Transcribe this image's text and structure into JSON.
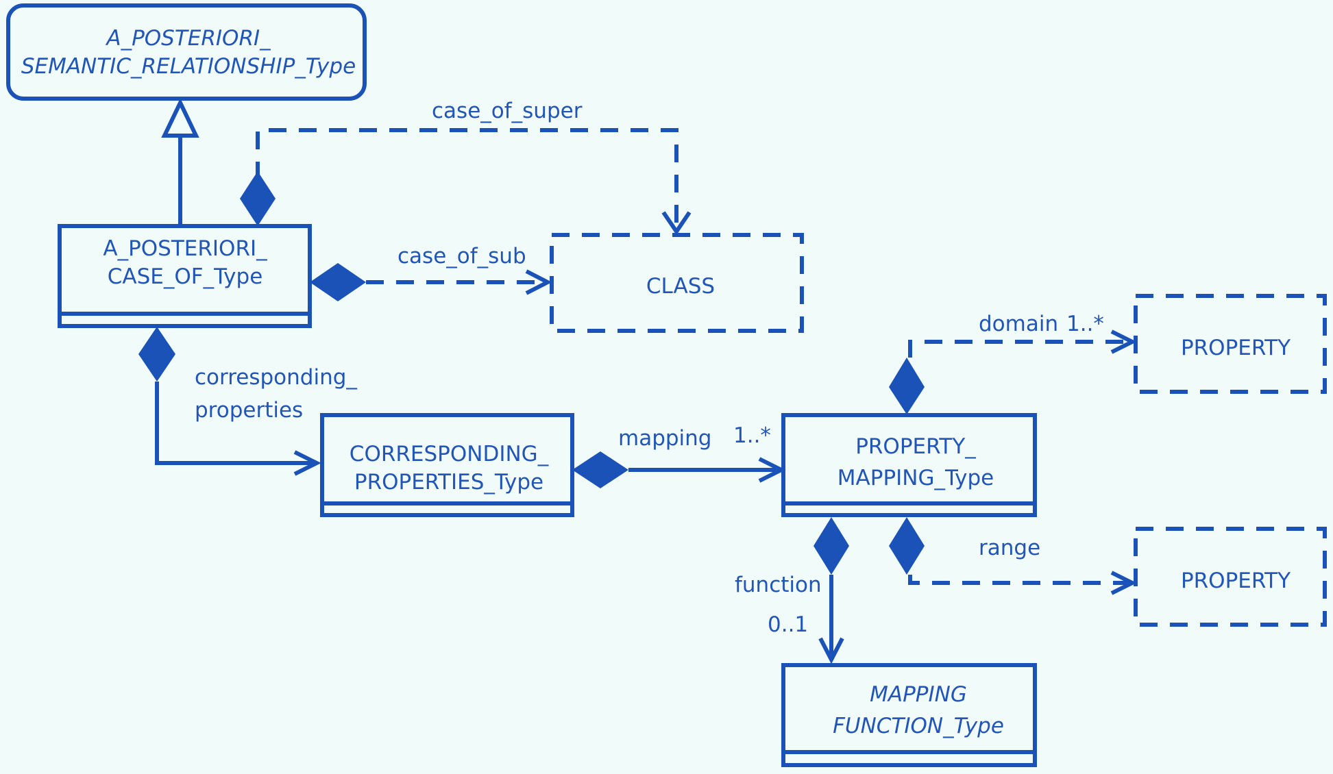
{
  "colors": {
    "background": "#f0fbfa",
    "stroke": "#1a52b8",
    "text": "#2255b8"
  },
  "classes": {
    "a_posteriori_semantic_relationship_type": {
      "line1": "A_POSTERIORI_",
      "line2": "SEMANTIC_RELATIONSHIP_Type"
    },
    "a_posteriori_case_of_type": {
      "line1": "A_POSTERIORI_",
      "line2": "CASE_OF_Type"
    },
    "class": {
      "line1": "CLASS"
    },
    "corresponding_properties_type": {
      "line1": "CORRESPONDING_",
      "line2": "PROPERTIES_Type"
    },
    "property_mapping_type": {
      "line1": "PROPERTY_",
      "line2": "MAPPING_Type"
    },
    "property_domain": {
      "line1": "PROPERTY"
    },
    "property_range": {
      "line1": "PROPERTY"
    },
    "mapping_function_type": {
      "line1": "MAPPING",
      "line2": "FUNCTION_Type"
    }
  },
  "relations": {
    "case_of_super": {
      "label": "case_of_super"
    },
    "case_of_sub": {
      "label": "case_of_sub"
    },
    "corresponding_properties": {
      "label_line1": "corresponding_",
      "label_line2": "properties"
    },
    "mapping": {
      "label": "mapping",
      "multiplicity": "1..*"
    },
    "domain": {
      "label": "domain",
      "multiplicity": "1..*"
    },
    "range": {
      "label": "range"
    },
    "function": {
      "label": "function",
      "multiplicity": "0..1"
    }
  }
}
